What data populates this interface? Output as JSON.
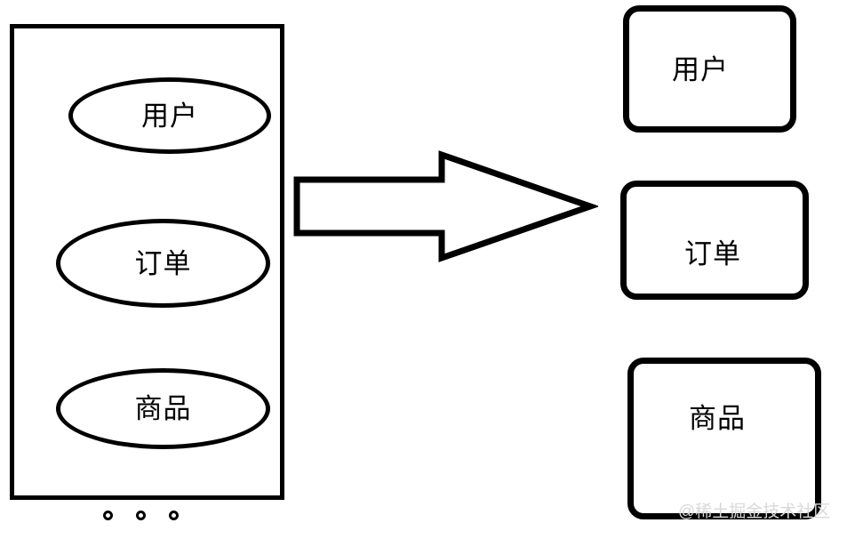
{
  "diagram": {
    "type": "monolith-to-microservices",
    "background_color": "#ffffff",
    "stroke_color": "#000000",
    "monolith": {
      "name": "monolith-container",
      "modules": [
        {
          "label": "用户",
          "shape": "ellipse"
        },
        {
          "label": "订单",
          "shape": "ellipse"
        },
        {
          "label": "商品",
          "shape": "ellipse"
        }
      ],
      "more_indicator": {
        "name": "ellipsis-dots",
        "count": 3,
        "shape": "hollow-circle"
      }
    },
    "arrow": {
      "name": "transform-arrow",
      "direction": "right",
      "style": "hollow-block-arrow",
      "fill": "#ffffff",
      "stroke": "#000000"
    },
    "services": [
      {
        "label": "用户",
        "shape": "rounded-rect"
      },
      {
        "label": "订单",
        "shape": "rounded-rect"
      },
      {
        "label": "商品",
        "shape": "rounded-rect"
      }
    ]
  },
  "watermark": {
    "text": "@稀土掘金技术社区",
    "color": "#d9d9d9"
  }
}
